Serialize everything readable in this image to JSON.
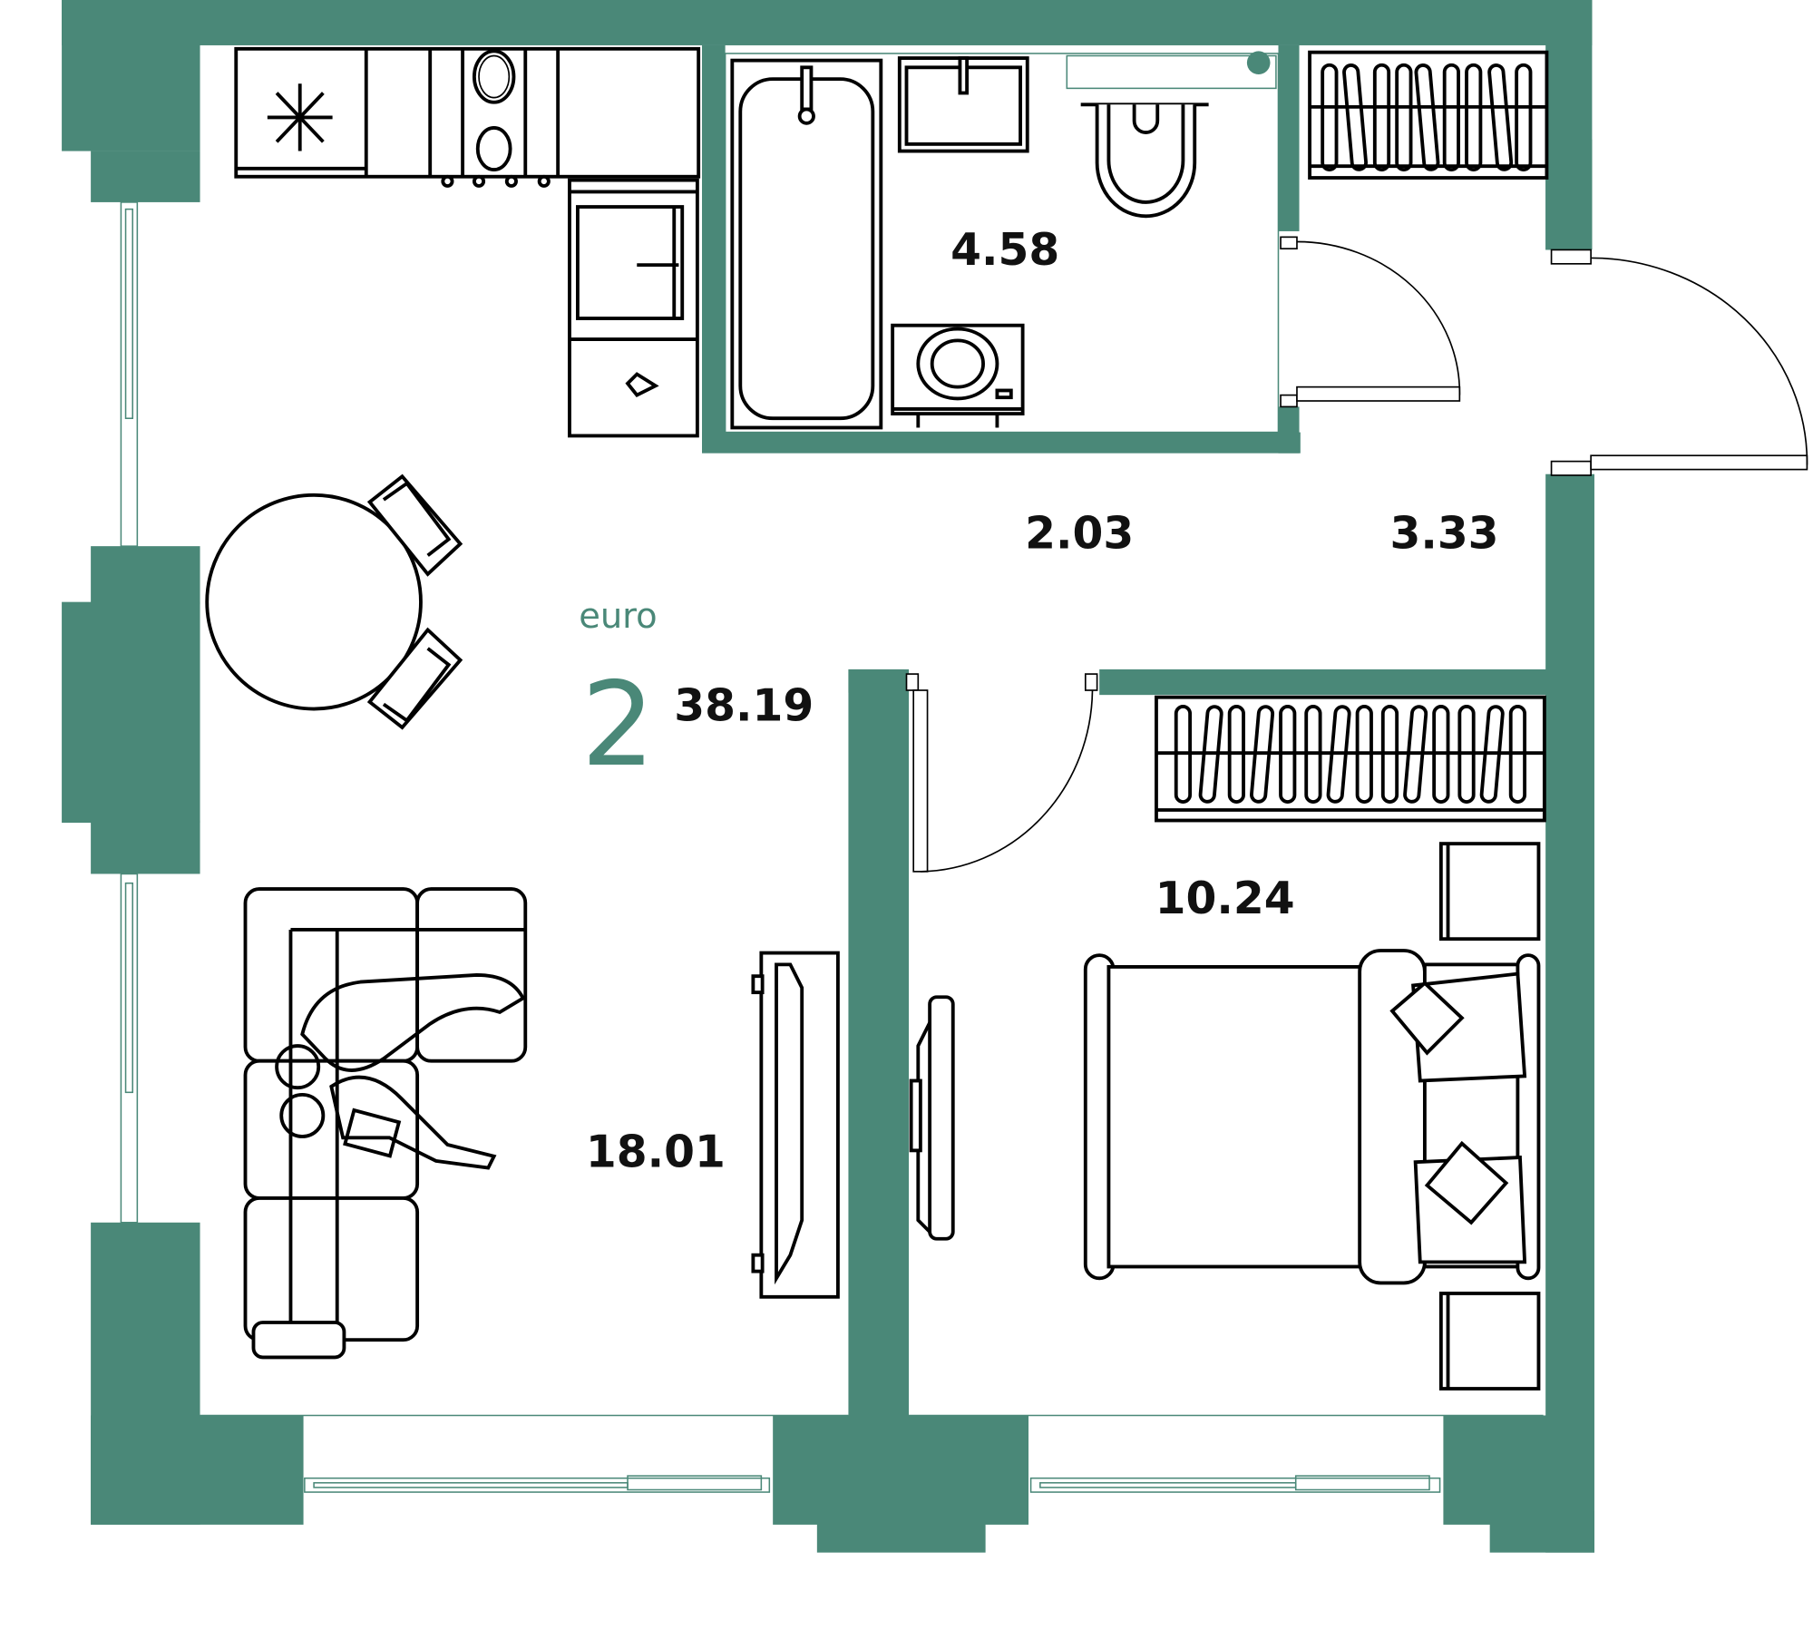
{
  "plan": {
    "type_label": "euro",
    "rooms_count": "2",
    "total_area": "38.19",
    "colors": {
      "wall": "#4a8878",
      "furniture_stroke": "#000000",
      "background": "#ffffff"
    },
    "rooms": [
      {
        "id": "bathroom",
        "area": "4.58"
      },
      {
        "id": "corridor",
        "area": "2.03"
      },
      {
        "id": "hallway",
        "area": "3.33"
      },
      {
        "id": "kitchen-living",
        "area": "18.01"
      },
      {
        "id": "bedroom",
        "area": "10.24"
      }
    ]
  }
}
